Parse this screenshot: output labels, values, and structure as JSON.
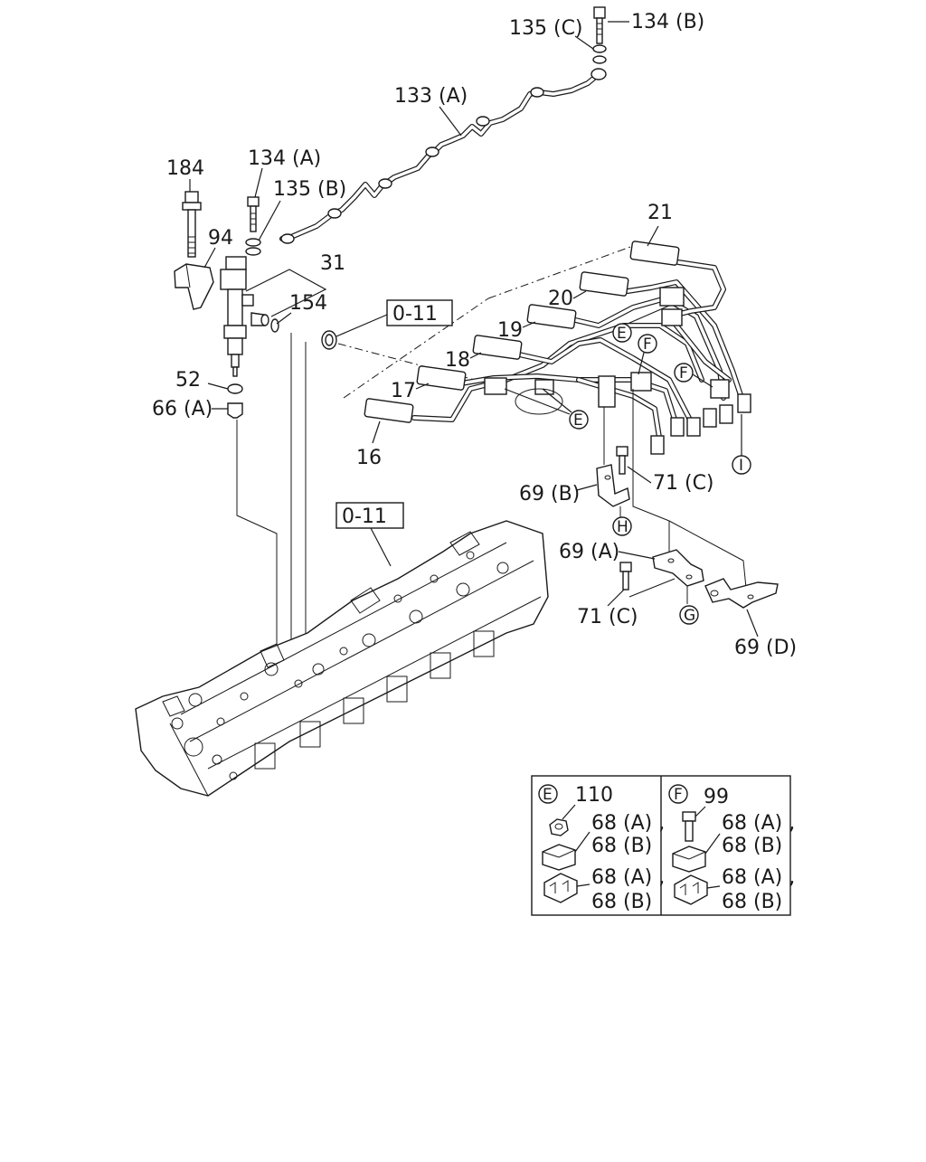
{
  "labels": {
    "l135c": "135 (C)",
    "l134b": "134 (B)",
    "l133a": "133 (A)",
    "l184": "184",
    "l134a": "134 (A)",
    "l135b": "135 (B)",
    "l94": "94",
    "l31": "31",
    "l154": "154",
    "l52": "52",
    "l66a": "66 (A)",
    "l21": "21",
    "l20": "20",
    "l19": "19",
    "l18": "18",
    "l17": "17",
    "l16": "16",
    "l69b": "69 (B)",
    "l71c_top": "71 (C)",
    "l69a": "69 (A)",
    "l71c_bot": "71 (C)",
    "l69d": "69 (D)",
    "ref_top": "0-11",
    "ref_mid": "0-11"
  },
  "markers": {
    "e_top": "E",
    "f_top": "F",
    "e_mid": "E",
    "f_right": "F",
    "i_mark": "I",
    "h_mark": "H",
    "g_mark": "G"
  },
  "legend": {
    "e": {
      "marker": "E",
      "nut": "110",
      "upper_a": "68 (A) ,",
      "upper_b": "68 (B)",
      "lower_a": "68 (A) ,",
      "lower_b": "68 (B)"
    },
    "f": {
      "marker": "F",
      "bolt": "99",
      "upper_a": "68 (A) ,",
      "upper_b": "68 (B)",
      "lower_a": "68 (A) ,",
      "lower_b": "68 (B)"
    }
  }
}
